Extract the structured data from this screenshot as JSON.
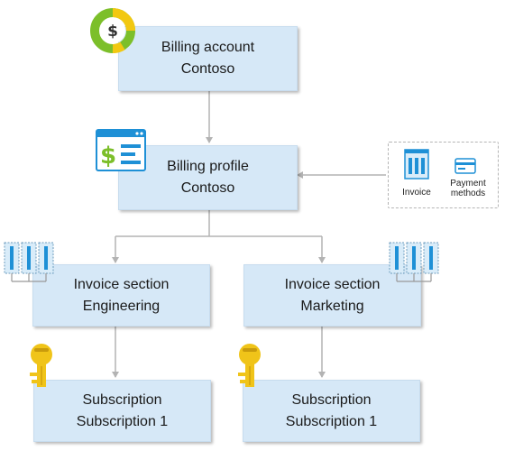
{
  "billing_account": {
    "title": "Billing account",
    "name": "Contoso"
  },
  "billing_profile": {
    "title": "Billing profile",
    "name": "Contoso"
  },
  "invoice_sections": [
    {
      "title": "Invoice section",
      "name": "Engineering"
    },
    {
      "title": "Invoice section",
      "name": "Marketing"
    }
  ],
  "subscriptions": [
    {
      "title": "Subscription",
      "name": "Subscription 1"
    },
    {
      "title": "Subscription",
      "name": "Subscription 1"
    }
  ],
  "legend": {
    "invoice_label": "Invoice",
    "payment_label_1": "Payment",
    "payment_label_2": "methods"
  },
  "colors": {
    "box_fill": "#d6e8f7",
    "connector": "#b3b3b3",
    "accent_blue": "#1e90d6",
    "green": "#7cbf2a",
    "yellow": "#f2c811",
    "key_gold": "#f0c419"
  },
  "icons": {
    "billing_account": "dollar-donut-icon",
    "billing_profile": "invoice-document-icon",
    "invoice_section": "server-rack-icon",
    "subscription": "key-icon",
    "payment": "credit-card-icon"
  }
}
